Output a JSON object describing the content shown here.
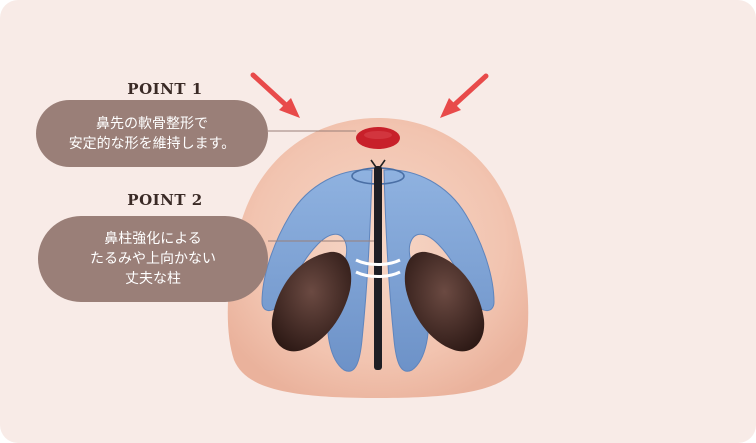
{
  "points": [
    {
      "label": "POINT 1",
      "lines": [
        "鼻先の軟骨整形で",
        "安定的な形を維持します。"
      ]
    },
    {
      "label": "POINT 2",
      "lines": [
        "鼻柱強化による",
        "たるみや上向かない",
        "丈夫な柱"
      ]
    }
  ],
  "colors": {
    "background": "#f8ebe7",
    "skin": "#f2c4b0",
    "cartilage": "#7ea3d6",
    "nostril": "#3b2520",
    "bubble": "#9a7f78",
    "arrow": "#e84a4a",
    "tip": "#c8202a",
    "strut": "#1e1e24"
  },
  "icons": [
    "arrow-left-icon",
    "arrow-right-icon"
  ]
}
